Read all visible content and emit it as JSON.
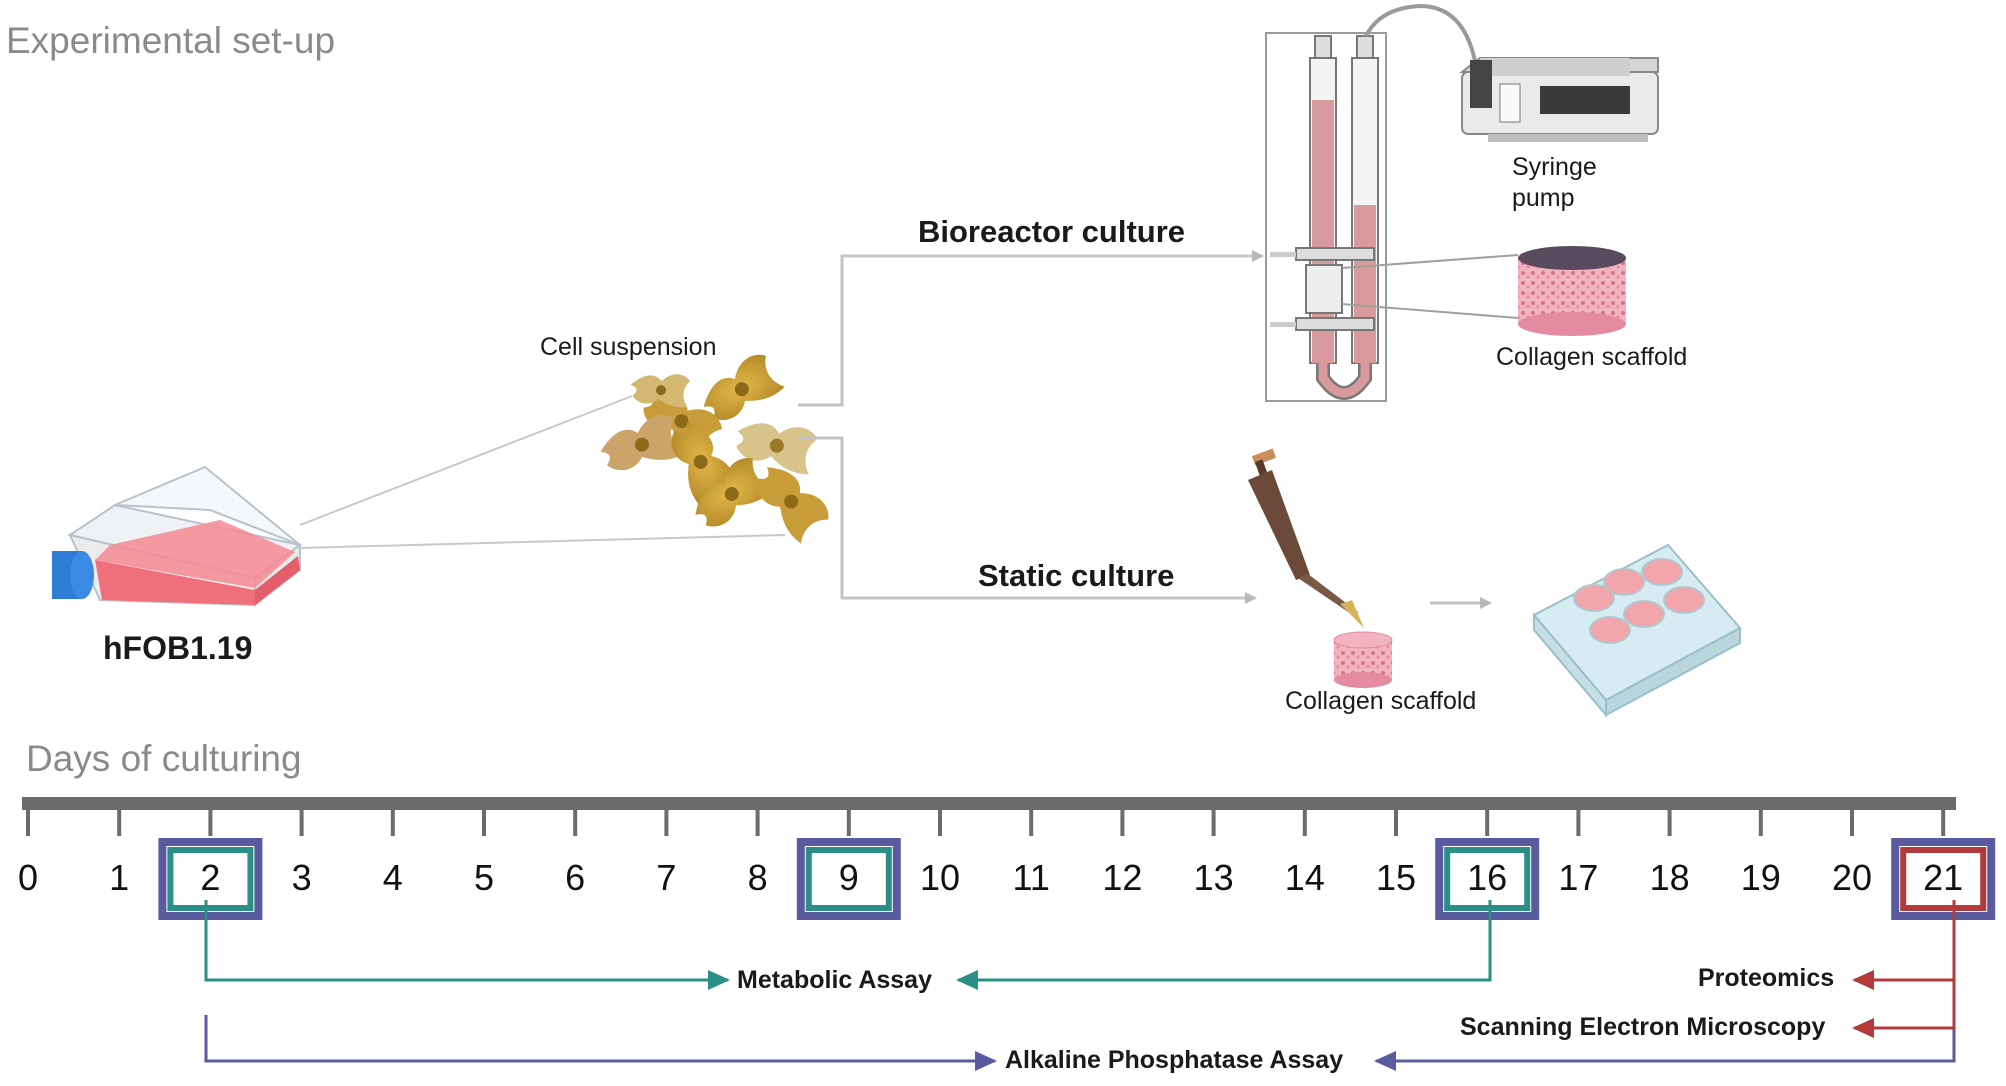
{
  "sections": {
    "setup_title": "Experimental set-up",
    "timeline_title": "Days of culturing"
  },
  "labels": {
    "cell_line": "hFOB1.19",
    "cell_suspension": "Cell suspension",
    "bioreactor": "Bioreactor culture",
    "static": "Static culture",
    "pump_line1": "Syringe",
    "pump_line2": "pump",
    "scaffold_top": "Collagen scaffold",
    "scaffold_bottom": "Collagen scaffold"
  },
  "timeline": {
    "days": [
      "0",
      "1",
      "2",
      "3",
      "4",
      "5",
      "6",
      "7",
      "8",
      "9",
      "10",
      "11",
      "12",
      "13",
      "14",
      "15",
      "16",
      "17",
      "18",
      "19",
      "20",
      "21"
    ],
    "highlighted": [
      "2",
      "9",
      "16",
      "21"
    ]
  },
  "assays": {
    "metabolic": "Metabolic Assay",
    "alkaline": "Alkaline Phosphatase Assay",
    "proteomics": "Proteomics",
    "sem": "Scanning Electron Microscopy"
  },
  "colors": {
    "teal": "#2a8f86",
    "purple": "#5a5a9e",
    "red": "#b23a3a",
    "axis": "#6b6b6b",
    "section_grey": "#8a8a8a"
  }
}
